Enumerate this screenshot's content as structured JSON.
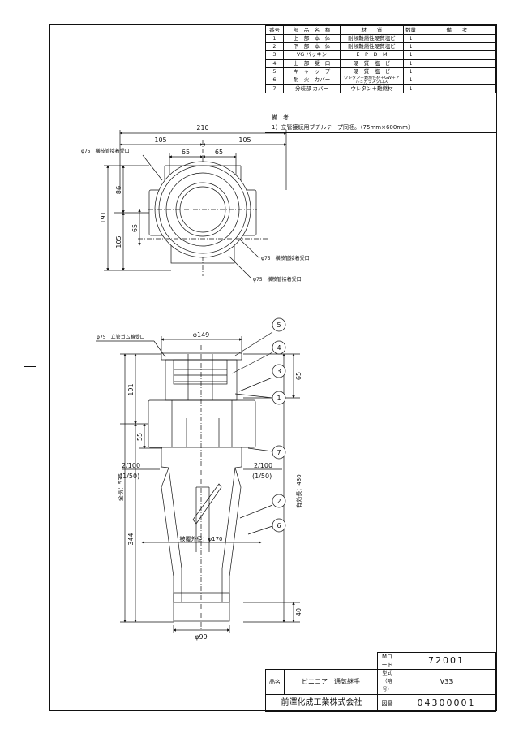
{
  "parts_table": {
    "headers": [
      "番号",
      "部　品　名　称",
      "材　　質",
      "数量",
      "備　　考"
    ],
    "rows": [
      {
        "no": "1",
        "name": "上　部　本　体",
        "material": "耐候難燃性硬質塩ビ",
        "qty": "1",
        "note": ""
      },
      {
        "no": "2",
        "name": "下　部　本　体",
        "material": "耐候難燃性硬質塩ビ",
        "qty": "1",
        "note": ""
      },
      {
        "no": "3",
        "name": "VG パッキン",
        "material": "E　P　D　M",
        "qty": "1",
        "note": ""
      },
      {
        "no": "4",
        "name": "上　部　受　口",
        "material": "硬　質　塩　ビ",
        "qty": "1",
        "note": ""
      },
      {
        "no": "5",
        "name": "キ　ャ　ッ　プ",
        "material": "硬　質　塩　ビ",
        "qty": "1",
        "note": ""
      },
      {
        "no": "6",
        "name": "耐　火　カバー",
        "material": "ウレタン＋難燃性材＋GW＋アルミガラスクロス",
        "qty": "1",
        "note": ""
      },
      {
        "no": "7",
        "name": "分岐部 カバー",
        "material": "ウレタン＋難燃材",
        "qty": "1",
        "note": ""
      }
    ]
  },
  "remarks": {
    "header": "備　考",
    "items": [
      "1）立管接続用ブチルテープ同梱。（75mm×600mm）"
    ]
  },
  "top_view": {
    "dim_total": "210",
    "dim_left": "105",
    "dim_right": "105",
    "dim_inner_left": "65",
    "dim_inner_right": "65",
    "dim_height": "191",
    "dim_upper": "86",
    "dim_lower": "105",
    "dim_offset": "65",
    "label_left": "φ75　横枝管接着受口",
    "label_bottom_right": "φ75　横枝管接着受口",
    "label_bottom": "φ75　横枝管接着受口"
  },
  "front_view": {
    "label_top": "φ75　立管ゴム輪受口",
    "dim_top_diameter": "φ149",
    "dim_191": "191",
    "dim_55": "55",
    "dim_total": "全長：535",
    "dim_344": "344",
    "dim_65": "65",
    "dim_effective": "有効長：430",
    "dim_40": "40",
    "slope_left": [
      "2/100",
      "(1/50)"
    ],
    "slope_right": [
      "2/100",
      "(1/50)"
    ],
    "dim_cover": "被覆外径：φ170",
    "dim_bottom": "φ99",
    "callouts": [
      "5",
      "4",
      "3",
      "1",
      "7",
      "2",
      "6"
    ]
  },
  "title_block": {
    "m_code_label": "Mコード",
    "m_code": "72001",
    "product_label": "品名",
    "product": "ビニコア　通気継手",
    "model_label": "型式（略号）",
    "model": "V33",
    "company": "前澤化成工業株式会社",
    "drawing_label": "図番",
    "drawing_no": "04300001"
  }
}
